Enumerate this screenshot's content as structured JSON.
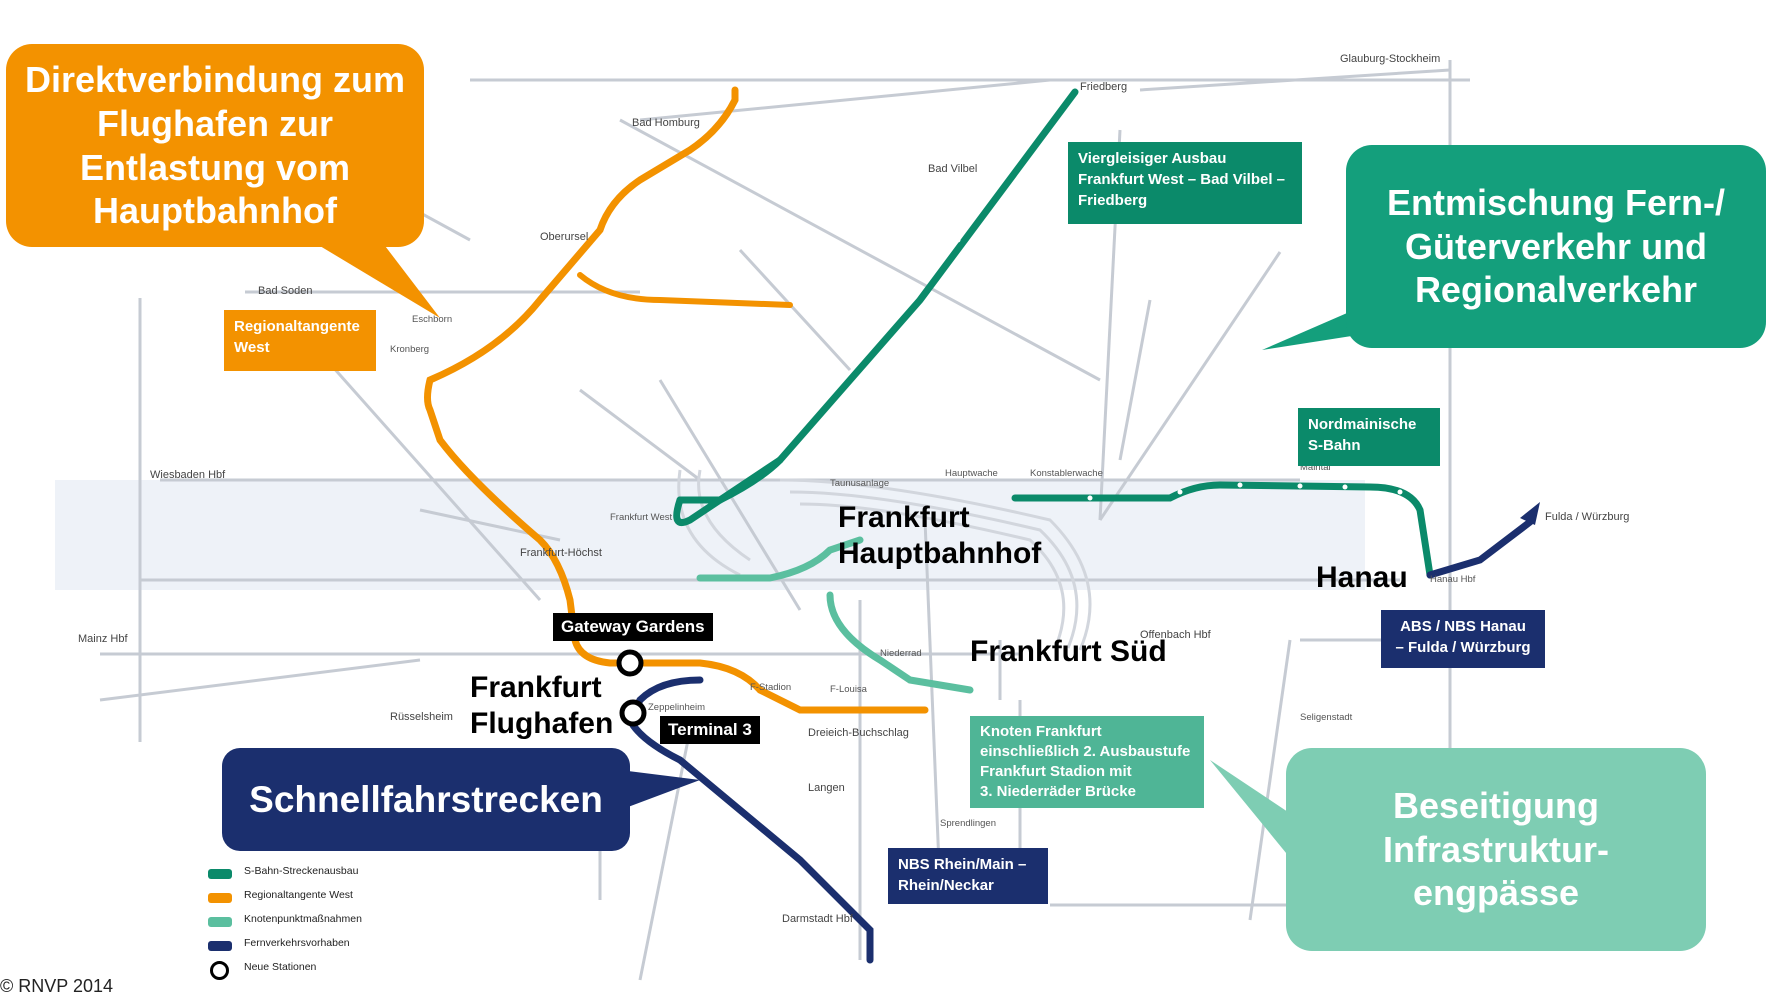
{
  "callouts": {
    "orange": "Direktverbindung zum Flughafen zur Entlastung vom Hauptbahnhof",
    "green": "Entmischung Fern-/ Güterverkehr und Regionalverkehr",
    "blue": "Schnellfahrstrecken",
    "mint": "Beseitigung Infrastruktur-engpässe"
  },
  "tags": {
    "regiotangente_l1": "Regionaltangente",
    "regiotangente_l2": "West",
    "viergleisig_l1": "Viergleisiger Ausbau",
    "viergleisig_l2": "Frankfurt West – Bad Vilbel –",
    "viergleisig_l3": "Friedberg",
    "nordmain_l1": "Nordmainische",
    "nordmain_l2": "S-Bahn",
    "abs_l1": "ABS / NBS Hanau",
    "abs_l2": "– Fulda / Würzburg",
    "knoten_l1": "Knoten Frankfurt",
    "knoten_l2": "einschließlich 2. Ausbaustufe",
    "knoten_l3": "Frankfurt Stadion mit",
    "knoten_l4": "3. Niederräder Brücke",
    "nbs_l1": "NBS Rhein/Main –",
    "nbs_l2": "Rhein/Neckar"
  },
  "stations": {
    "hbf_l1": "Frankfurt",
    "hbf_l2": "Hauptbahnhof",
    "sued": "Frankfurt Süd",
    "hanau": "Hanau",
    "flughafen_l1": "Frankfurt",
    "flughafen_l2": "Flughafen",
    "gateway": "Gateway Gardens",
    "terminal": "Terminal 3"
  },
  "legend": [
    {
      "label": "S-Bahn-Streckenausbau",
      "color": "#0b8a6a"
    },
    {
      "label": "Regionaltangente West",
      "color": "#f39200"
    },
    {
      "label": "Knotenpunktmaßnahmen",
      "color": "#5bbf9f"
    },
    {
      "label": "Fernverkehrsvorhaben",
      "color": "#1b2f6e"
    },
    {
      "label": "Neue Stationen",
      "color": "#000000"
    }
  ],
  "minor_labels": {
    "bad_homburg": "Bad Homburg",
    "friedberg": "Friedberg",
    "bad_vilbel": "Bad Vilbel",
    "wiesbaden": "Wiesbaden Hbf",
    "mainz": "Mainz Hbf",
    "darmstadt": "Darmstadt Hbf",
    "offenbach": "Offenbach Hbf",
    "ruesselsheim": "Rüsselsheim",
    "oberursel": "Oberursel",
    "hoechst": "Frankfurt-Höchst",
    "frankfurt_west": "Frankfurt West",
    "konstablerwache": "Konstablerwache",
    "taunusanlage": "Taunusanlage",
    "hauptwache": "Hauptwache",
    "fulda": "Fulda / Würzburg",
    "hanau_hbf": "Hanau Hbf",
    "dreieich": "Dreieich-Buchschlag",
    "langen": "Langen",
    "zeppelinheim": "Zeppelinheim",
    "bad_soden": "Bad Soden",
    "kronberg": "Kronberg",
    "glauburg": "Glauburg-Stockheim",
    "maintal": "Maintal",
    "eschborn": "Eschborn",
    "niederrad": "Niederrad",
    "louisa": "F-Louisa",
    "stadion": "F-Stadion",
    "sprendlingen": "Sprendlingen",
    "seligenstadt": "Seligenstadt"
  },
  "source": "©  RNVP 2014"
}
